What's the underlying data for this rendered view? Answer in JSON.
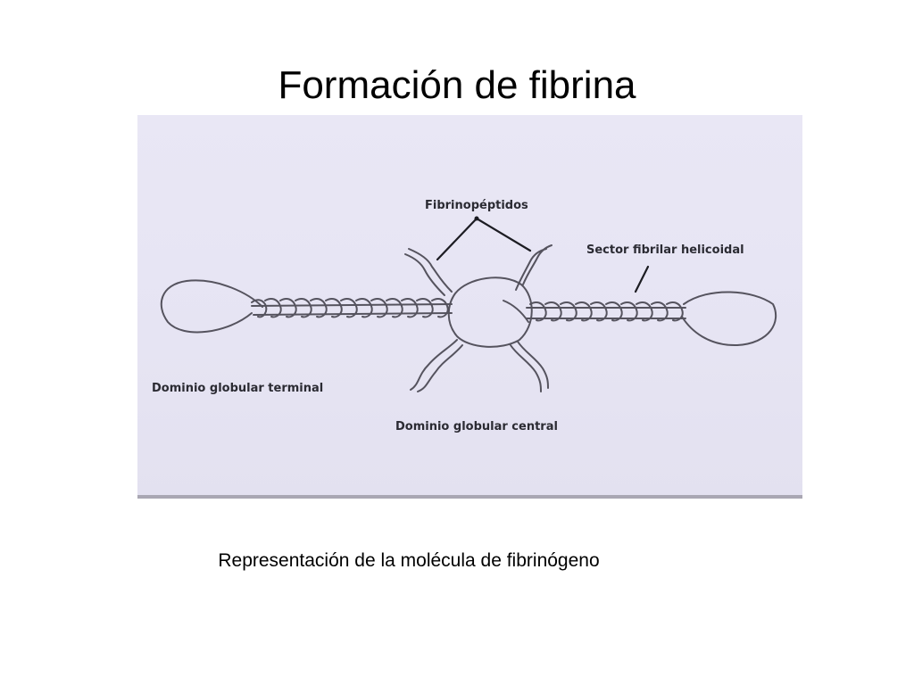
{
  "slide": {
    "title": "Formación de fibrina",
    "caption": "Representación de la molécula de fibrinógeno"
  },
  "diagram": {
    "labels": {
      "fibrinopeptides": "Fibrinopéptidos",
      "helical_sector": "Sector fibrilar helicoidal",
      "terminal_domain": "Dominio globular terminal",
      "central_domain": "Dominio globular central"
    }
  }
}
